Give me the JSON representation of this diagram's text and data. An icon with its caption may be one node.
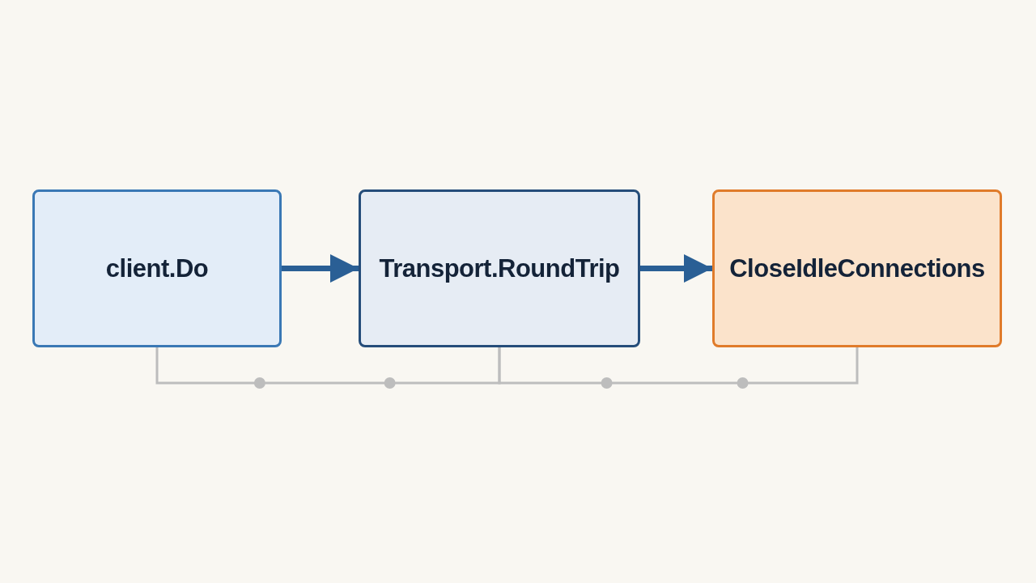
{
  "diagram": {
    "nodes": [
      {
        "text": [
          "client.Do"
        ]
      },
      {
        "text": [
          "Transport.RoundTrip"
        ]
      },
      {
        "text": [
          "CloseIdleConnections"
        ]
      }
    ],
    "edges": [
      {
        "from": 0,
        "to": 1,
        "arrow": "to",
        "style": "thick"
      },
      {
        "from": 1,
        "to": 2,
        "arrow": "to",
        "style": "thick"
      },
      {
        "from": 0,
        "to": 1,
        "arrow": "none",
        "color": "#bdbdbd"
      },
      {
        "from": 1,
        "to": 2,
        "arrow": "none",
        "color": "#bdbdbd"
      }
    ]
  }
}
